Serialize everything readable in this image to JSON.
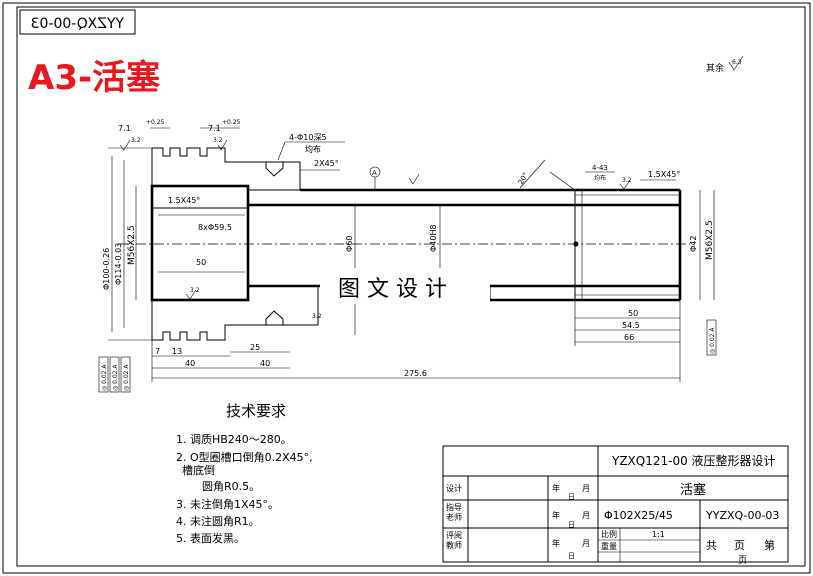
{
  "drawing": {
    "top_code": "YYZXQ-00-03",
    "title_red": "A3-活塞",
    "roughness_note": "其余",
    "roughness_sym": "6.3",
    "watermark": "图 文 设 计",
    "dims": {
      "groove_w1": "7.1",
      "groove_tol1": "+0.25",
      "groove_w2": "7.1",
      "groove_tol2": "+0.25",
      "r_left": "3.2",
      "r_mid": "3.2",
      "holes": "4-Φ10深5",
      "holes_sub": "均布",
      "chamfer_top": "2X45°",
      "chamfer_left": "1.5X45°",
      "bore_left": "8xΦ59.5",
      "len_50_inner": "50",
      "d_100": "Φ100-0.26",
      "d_114": "Φ114-0.03",
      "m_left": "M56X2.5",
      "d_60": "Φ60",
      "d_40": "Φ40H8",
      "d_42": "Φ42",
      "m_right": "M56X2.5",
      "angle_20": "20°",
      "slot_4_43": "4-43",
      "slot_sub": "均布",
      "chamfer_right": "1.5X45°",
      "r_right": "3.2",
      "r_bottom": "3.2",
      "r_face": "3.2",
      "datum_a": "A",
      "dim_7": "7",
      "dim_13": "13",
      "dim_25": "25",
      "dim_40a": "40",
      "dim_40b": "40",
      "dim_total": "275.6",
      "dim_50": "50",
      "dim_545": "54.5",
      "dim_66": "66",
      "tol_box1": "◎ 0.02 A",
      "tol_box2": "◎ 0.02 A",
      "tol_box3": "◎ 0.02 A",
      "tol_box_right": "◎ 0.02 A"
    }
  },
  "tech": {
    "heading": "技术要求",
    "items": [
      "1.  调质HB240～280。",
      "2.  O型圈槽口倒角0.2X45°,",
      "槽底倒",
      "圆角R0.5。",
      "3.  未注倒角1X45°。",
      "4.  未注圆角R1。",
      "5.  表面发黑。"
    ]
  },
  "title_block": {
    "project": "YZXQ121-00 液压整形器设计",
    "part_name": "活塞",
    "spec": "Φ102X25/45",
    "code": "YYZXQ-00-03",
    "row_design": "设计",
    "row_check": "指导\n老师",
    "row_review": "评阅\n教师",
    "year": "年",
    "month": "月",
    "day": "日",
    "scale_label": "比例",
    "scale_value": "1:1",
    "weight_label": "重量",
    "total_label": "共",
    "page_label": "页",
    "sheet_label": "第",
    "sheet_page": "页"
  }
}
